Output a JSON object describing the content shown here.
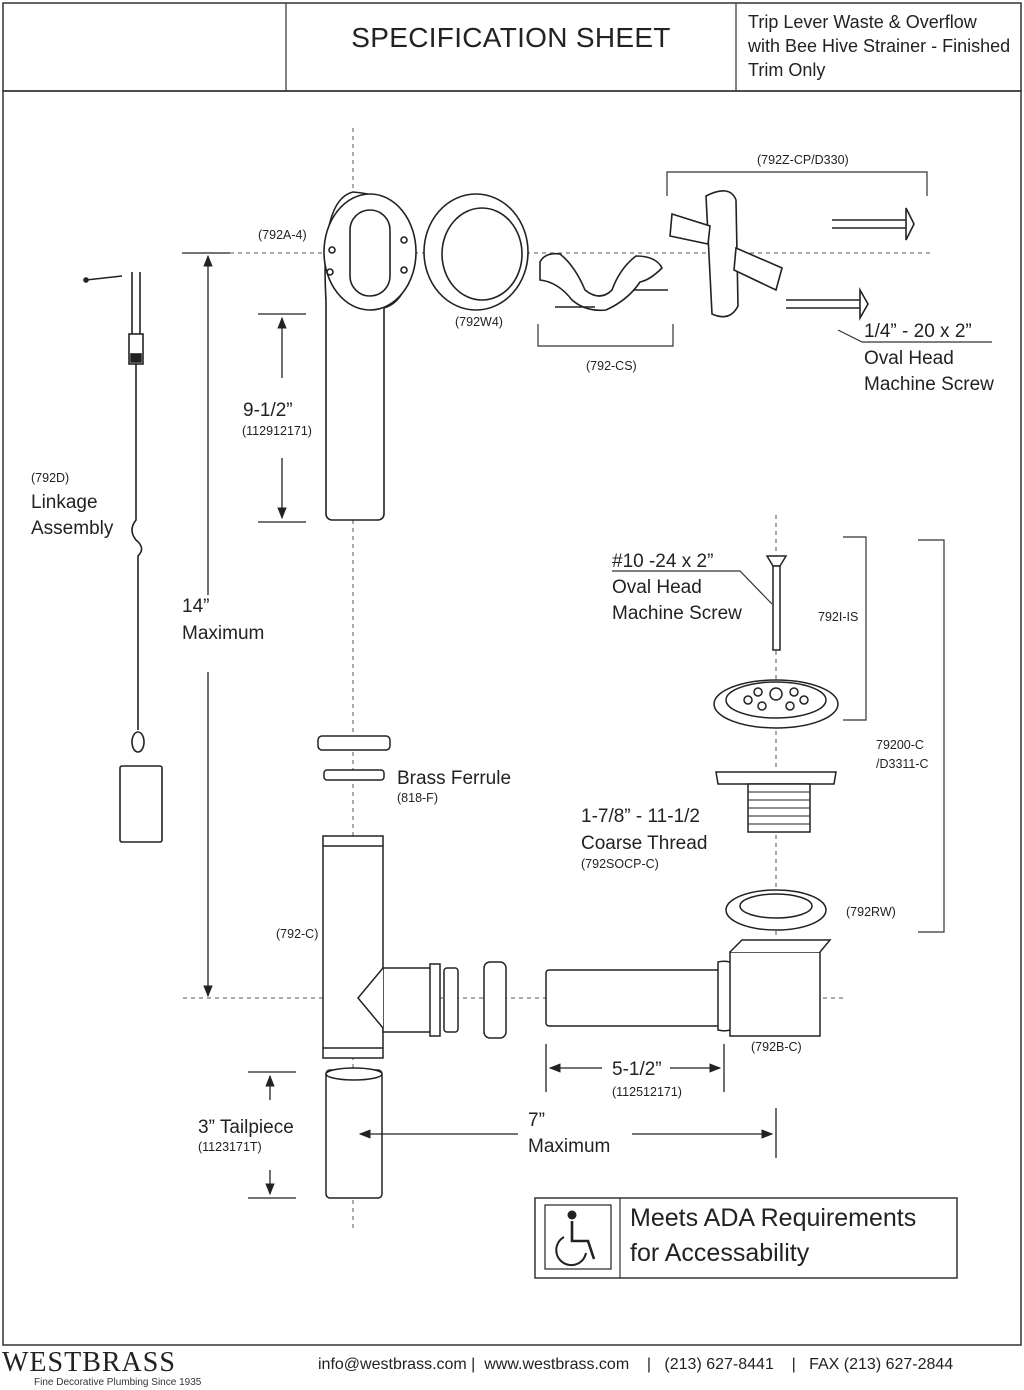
{
  "header": {
    "title": "SPECIFICATION SHEET",
    "description_lines": [
      "Trip Lever Waste & Overflow",
      "with Bee Hive Strainer - Finished",
      "Trim Only"
    ]
  },
  "labels": {
    "p792z": "(792Z-CP/D330)",
    "p792a4": "(792A-4)",
    "p792w4": "(792W4)",
    "p792cs": "(792-CS)",
    "screw_quarter": [
      "1/4” - 20 x 2”",
      "Oval Head",
      "Machine Screw"
    ],
    "dim_9half": "9-1/2”",
    "part_112912171": "(112912171)",
    "p792d": "(792D)",
    "linkage": [
      "Linkage",
      "Assembly"
    ],
    "screw_ten": [
      "#10 -24 x 2”",
      "Oval Head",
      "Machine Screw"
    ],
    "p792iis": "792I-IS",
    "dim_14": [
      "14”",
      "Maximum"
    ],
    "p79200c": [
      "79200-C",
      "/D3311-C"
    ],
    "brass_ferrule": "Brass Ferrule",
    "p818f": "(818-F)",
    "coarse_thread": [
      "1-7/8” - 11-1/2",
      "Coarse Thread"
    ],
    "p792socp": "(792SOCP-C)",
    "p792rw": "(792RW)",
    "p792c": "(792-C)",
    "p792bc": "(792B-C)",
    "dim_5half": "5-1/2”",
    "part_112512171": "(112512171)",
    "tailpiece": "3” Tailpiece",
    "part_1123171t": "(1123171T)",
    "dim_7": [
      "7”",
      "Maximum"
    ]
  },
  "ada": {
    "lines": [
      "Meets  ADA Requirements",
      "for Accessability"
    ],
    "icon": "wheelchair-icon"
  },
  "footer": {
    "brand": "WESTBRASS",
    "tagline": "Fine Decorative Plumbing Since 1935",
    "contact": "info@westbrass.com |  www.westbrass.com    |   (213) 627-8441    |   FAX (213) 627-2844"
  }
}
